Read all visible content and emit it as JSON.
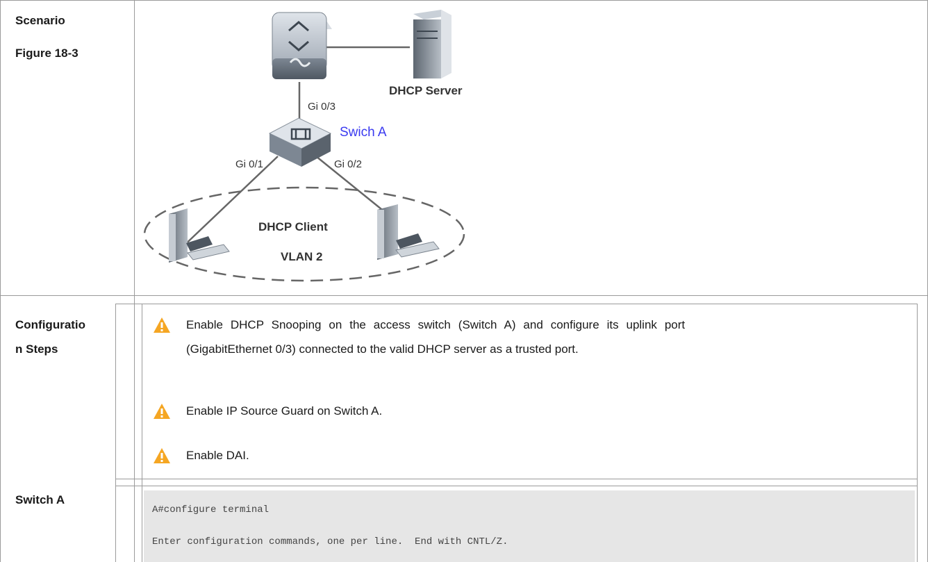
{
  "rows": {
    "scenario_label_1": "Scenario",
    "scenario_label_2": "Figure 18-3",
    "config_label_1": "Configuratio",
    "config_label_2": "n Steps",
    "switch_label": "Switch A"
  },
  "diagram": {
    "server_label": "DHCP Server",
    "switch_label": "Swich A",
    "port_uplink": "Gi 0/3",
    "port_1": "Gi 0/1",
    "port_2": "Gi 0/2",
    "client_label": "DHCP Client",
    "vlan_label": "VLAN 2"
  },
  "steps": {
    "step1_line1": "Enable DHCP Snooping on the access switch (Switch A) and configure its uplink port",
    "step1_line2": "(GigabitEthernet 0/3) connected to the valid DHCP server as a trusted port.",
    "step2": "Enable IP Source Guard on Switch A.",
    "step3": "Enable DAI."
  },
  "code": {
    "line1": "A#configure terminal",
    "line2": "Enter configuration commands, one per line.  End with CNTL/Z."
  },
  "colors": {
    "warning": "#f5a623",
    "switch_label": "#3a3af0",
    "border": "#9a9a9a"
  }
}
